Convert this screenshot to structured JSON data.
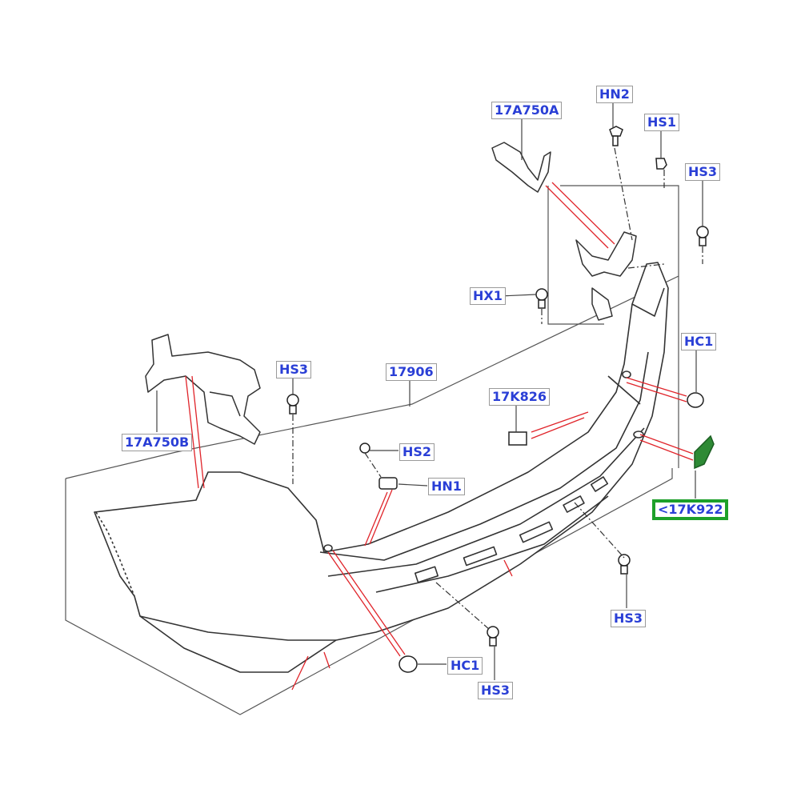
{
  "labels": {
    "part_17a750a": "17A750A",
    "part_hn2": "HN2",
    "part_hs1": "HS1",
    "part_hs3_top_right": "HS3",
    "part_hx1": "HX1",
    "part_hc1_right": "HC1",
    "part_hs3_left": "HS3",
    "part_17906": "17906",
    "part_17k826": "17K826",
    "part_17a750b": "17A750B",
    "part_hs2": "HS2",
    "part_hn1": "HN1",
    "part_17k922": "<17K922",
    "part_hs3_bottom_right": "HS3",
    "part_hc1_bottom": "HC1",
    "part_hs3_bottom": "HS3"
  },
  "colors": {
    "label_text": "#2a3fd6",
    "highlight_border": "#1ea02a",
    "leader_red": "#e0242a",
    "linework": "#3a3a3a"
  }
}
